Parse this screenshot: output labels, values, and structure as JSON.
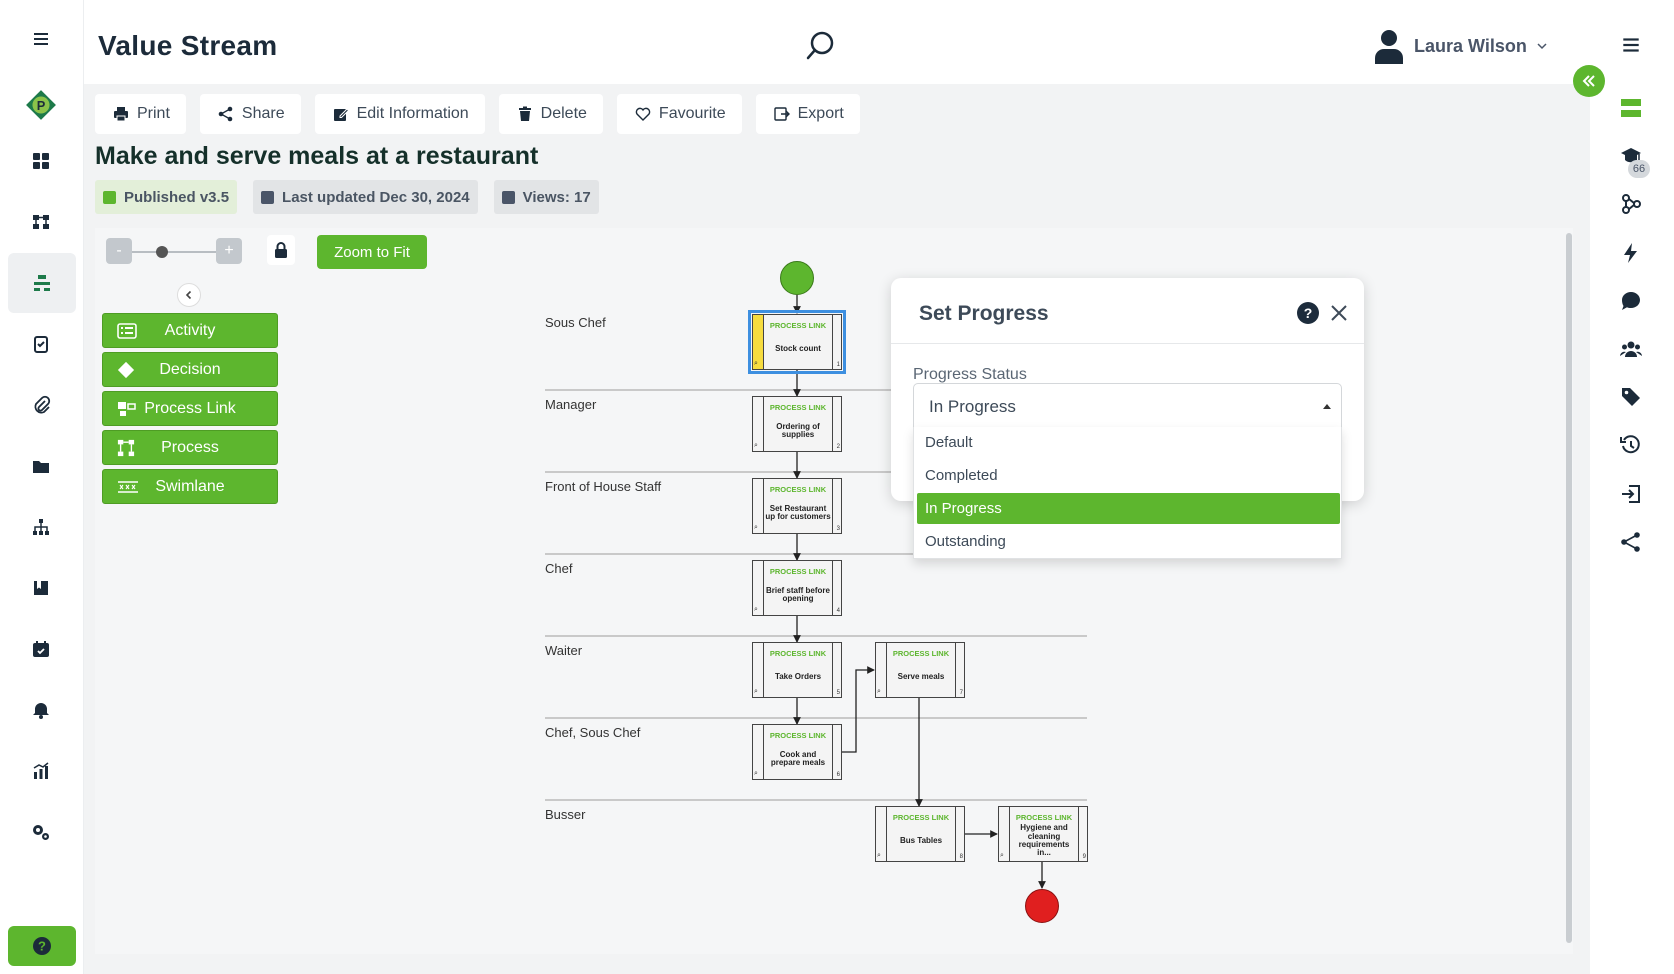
{
  "app": {
    "title": "Value Stream"
  },
  "user": {
    "name": "Laura Wilson"
  },
  "toolbar": {
    "print": "Print",
    "share": "Share",
    "edit": "Edit Information",
    "delete": "Delete",
    "favourite": "Favourite",
    "export": "Export"
  },
  "document": {
    "title": "Make and serve meals at a restaurant",
    "published": "Published v3.5",
    "updated": "Last updated Dec 30, 2024",
    "views": "Views: 17"
  },
  "canvas": {
    "zoom_minus": "-",
    "zoom_plus": "+",
    "zoom_fit": "Zoom to Fit"
  },
  "palette": [
    {
      "label": "Activity"
    },
    {
      "label": "Decision"
    },
    {
      "label": "Process Link"
    },
    {
      "label": "Process"
    },
    {
      "label": "Swimlane"
    }
  ],
  "lanes": [
    "Sous Chef",
    "Manager",
    "Front of House Staff",
    "Chef",
    "Waiter",
    "Chef, Sous Chef",
    "Busser"
  ],
  "nodes": [
    {
      "type": "PROCESS LINK",
      "label": "Stock count",
      "num": "1"
    },
    {
      "type": "PROCESS LINK",
      "label": "Ordering of supplies",
      "num": "2"
    },
    {
      "type": "PROCESS LINK",
      "label": "Set Restaurant up for customers",
      "num": "3"
    },
    {
      "type": "PROCESS LINK",
      "label": "Brief staff before opening",
      "num": "4"
    },
    {
      "type": "PROCESS LINK",
      "label": "Take Orders",
      "num": "5"
    },
    {
      "type": "PROCESS LINK",
      "label": "Cook and prepare meals",
      "num": "6"
    },
    {
      "type": "PROCESS LINK",
      "label": "Serve meals",
      "num": "7"
    },
    {
      "type": "PROCESS LINK",
      "label": "Bus Tables",
      "num": "8"
    },
    {
      "type": "PROCESS LINK",
      "label": "Hygiene and cleaning requirements in...",
      "num": "9"
    }
  ],
  "right_sidebar": {
    "badge": "66"
  },
  "dialog": {
    "title": "Set Progress",
    "help": "?",
    "field_label": "Progress Status",
    "selected": "In Progress",
    "options": [
      "Default",
      "Completed",
      "In Progress",
      "Outstanding"
    ]
  },
  "colors": {
    "brand_green": "#5db62e",
    "navy": "#1c2b3a",
    "end_red": "#e01f1f",
    "selection_blue": "#3d8fe0"
  },
  "icons": {
    "left_sidebar": [
      "hamburger-menu-icon",
      "logo-icon",
      "dashboard-icon",
      "value-stream-icon",
      "process-map-icon",
      "checklist-icon",
      "attachment-icon",
      "folder-icon",
      "org-chart-icon",
      "book-icon",
      "calendar-icon",
      "bell-icon",
      "analytics-icon",
      "settings-icon",
      "help-icon"
    ],
    "right_sidebar": [
      "menu-icon",
      "layout-icon",
      "training-icon",
      "workflow-icon",
      "lightning-icon",
      "comment-icon",
      "people-icon",
      "tags-icon",
      "history-icon",
      "import-icon",
      "share-icon"
    ]
  }
}
